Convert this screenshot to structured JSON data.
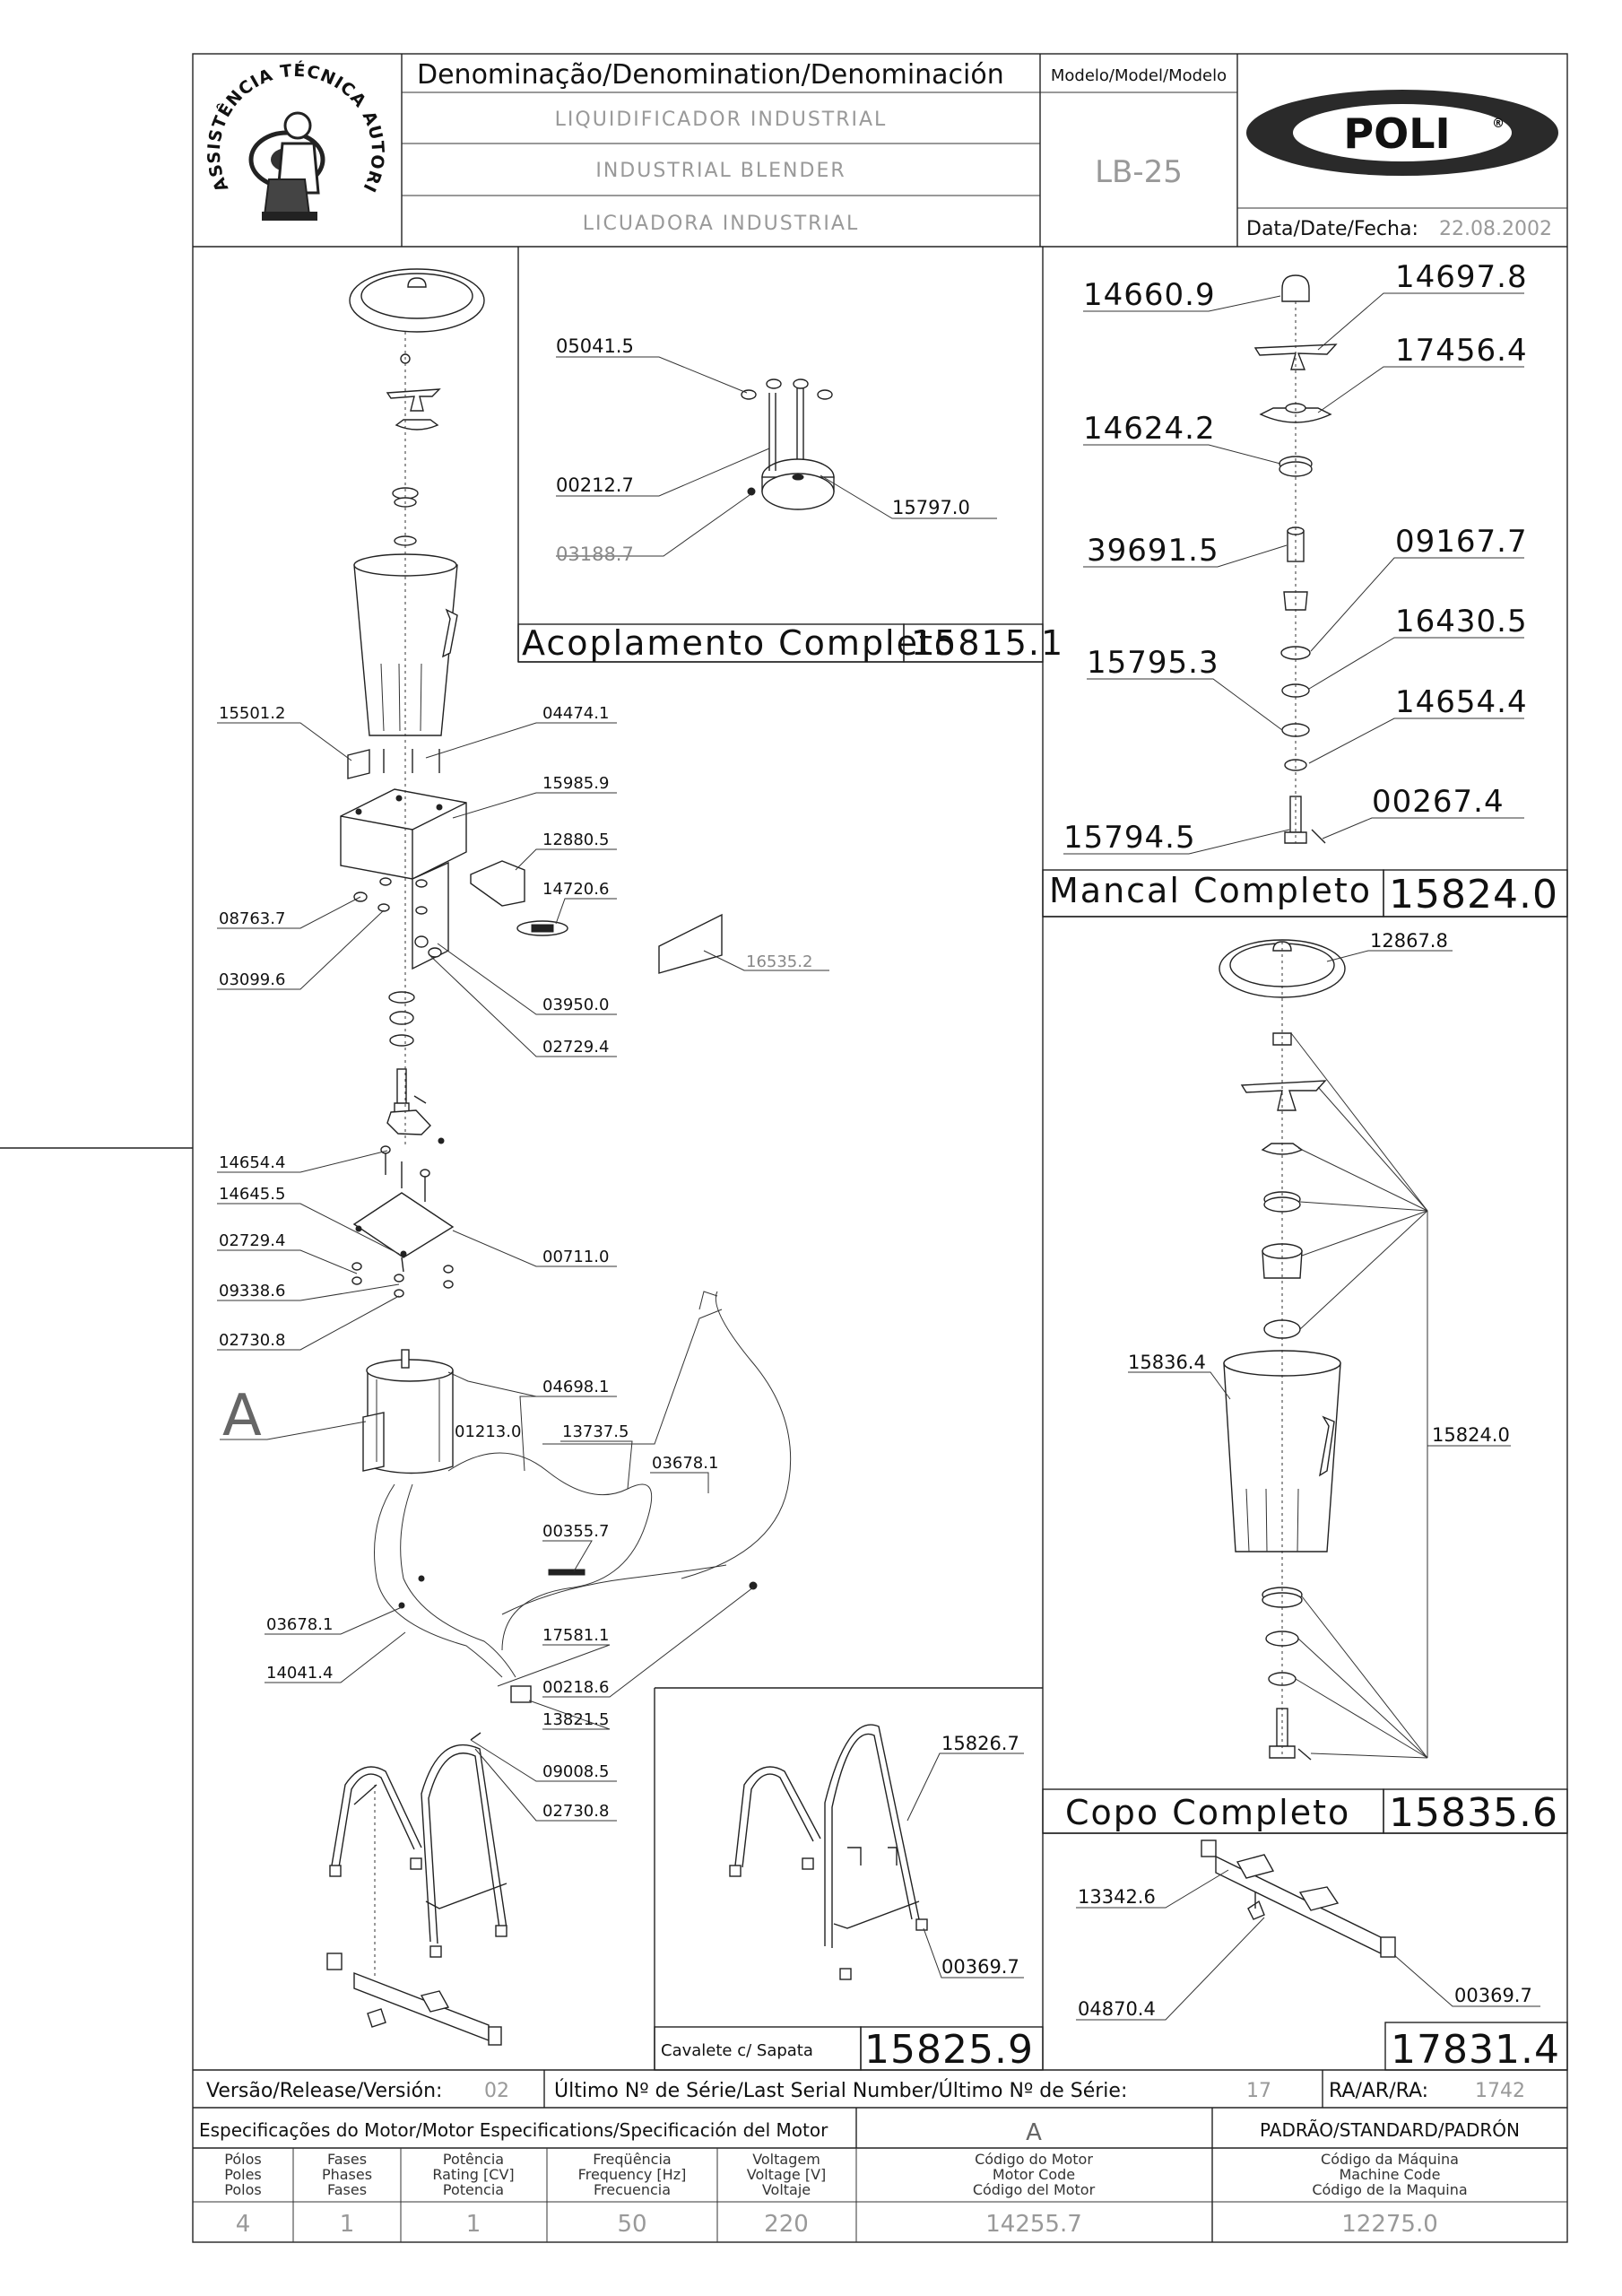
{
  "header": {
    "denomination_title": "Denominação/Denomination/Denominación",
    "names": [
      "LIQUIDIFICADOR INDUSTRIAL",
      "INDUSTRIAL BLENDER",
      "LICUADORA INDUSTRIAL"
    ],
    "model_label": "Modelo/Model/Modelo",
    "model_value": "LB-25",
    "brand": "POLI",
    "date_label": "Data/Date/Fecha:",
    "date_value": "22.08.2002",
    "seal_text": "ASSISTÊNCIA TÉCNICA AUTORIZADA"
  },
  "assemblies": {
    "coupling": {
      "name": "Acoplamento Completo",
      "code": "15815.1"
    },
    "bearing": {
      "name": "Mancal Completo",
      "code": "15824.0"
    },
    "cup": {
      "name": "Copo Completo",
      "code": "15835.6"
    },
    "stand": {
      "name": "Cavalete c/ Sapata",
      "code": "15825.9"
    },
    "frame_code": "17831.4"
  },
  "parts": {
    "coupling": [
      "05041.5",
      "00212.7",
      "03188.7",
      "15797.0"
    ],
    "bearing": [
      "14660.9",
      "14697.8",
      "17456.4",
      "14624.2",
      "39691.5",
      "09167.7",
      "16430.5",
      "15795.3",
      "14654.4",
      "00267.4",
      "15794.5"
    ],
    "cup": [
      "12867.8",
      "15836.4",
      "15824.0"
    ],
    "main": [
      "15501.2",
      "04474.1",
      "15985.9",
      "12880.5",
      "14720.6",
      "08763.7",
      "03099.6",
      "16535.2",
      "03950.0",
      "02729.4",
      "14654.4",
      "14645.5",
      "02729.4",
      "00711.0",
      "09338.6",
      "02730.8",
      "A",
      "04698.1",
      "01213.0",
      "13737.5",
      "03678.1",
      "00355.7",
      "03678.1",
      "14041.4",
      "17581.1",
      "00218.6",
      "13821.5",
      "09008.5",
      "02730.8"
    ],
    "stand": [
      "15826.7",
      "00369.7"
    ],
    "frame": [
      "13342.6",
      "04870.4",
      "00369.7"
    ]
  },
  "footer": {
    "version_label": "Versão/Release/Versión:",
    "version_value": "02",
    "serial_label": "Último Nº de Série/Last Serial Number/Último Nº de Série:",
    "serial_value": "17",
    "ra_label": "RA/AR/RA:",
    "ra_value": "1742",
    "motor_spec_label": "Especificações do Motor/Motor Especifications/Specificación del Motor",
    "motor_letter": "A",
    "standard_label": "PADRÃO/STANDARD/PADRÓN",
    "columns": [
      [
        "Pólos",
        "Poles",
        "Polos"
      ],
      [
        "Fases",
        "Phases",
        "Fases"
      ],
      [
        "Potência",
        "Rating [CV]",
        "Potencia"
      ],
      [
        "Freqüência",
        "Frequency [Hz]",
        "Frecuencia"
      ],
      [
        "Voltagem",
        "Voltage [V]",
        "Voltaje"
      ],
      [
        "Código do Motor",
        "Motor Code",
        "Código del Motor"
      ],
      [
        "Código da Máquina",
        "Machine Code",
        "Código de la Maquina"
      ]
    ],
    "values": [
      "4",
      "1",
      "1",
      "50",
      "220",
      "14255.7",
      "12275.0"
    ]
  }
}
